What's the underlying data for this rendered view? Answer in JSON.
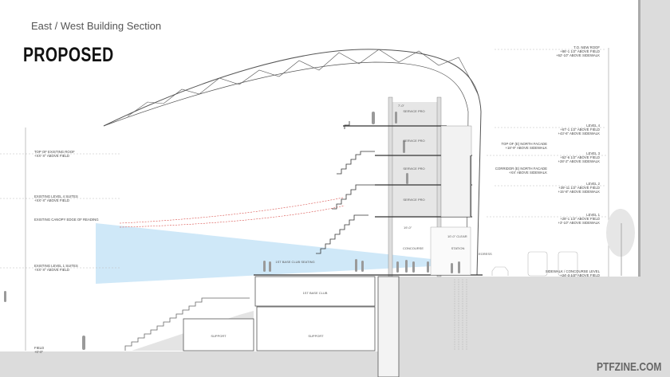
{
  "header": {
    "title": "East / West Building Section",
    "status": "PROPOSED"
  },
  "watermark": "PTFZINE.COM",
  "left_levels": [
    {
      "name": "TOP OF EXISTING ROOF",
      "elev": "+XX'-X\" ABOVE FIELD"
    },
    {
      "name": "EXISTING LEVEL 4 SUITES",
      "elev": "+XX'-X\" ABOVE FIELD"
    },
    {
      "name": "EXISTING CANOPY EDGE OF READING",
      "elev": ""
    },
    {
      "name": "EXISTING LEVEL 1 SUITES",
      "elev": "+XX'-X\" ABOVE FIELD"
    },
    {
      "name": "FIELD",
      "elev": "+0'-0\""
    }
  ],
  "right_levels": [
    {
      "name": "T.O. NEW ROOF",
      "elev1": "+86'-1 1/2\" ABOVE FIELD",
      "elev2": "+62'-10\" ABOVE SIDEWALK"
    },
    {
      "name": "LEVEL 4",
      "elev1": "+67'-1 1/2\" ABOVE FIELD",
      "elev2": "+43'-6\" ABOVE SIDEWALK"
    },
    {
      "name": "LEVEL 3",
      "elev1": "+52'-6 1/2\" ABOVE FIELD",
      "elev2": "+28'-2\" ABOVE SIDEWALK"
    },
    {
      "name": "LEVEL 2",
      "elev1": "+39'-11 1/2\" ABOVE FIELD",
      "elev2": "+15'-8\" ABOVE SIDEWALK"
    },
    {
      "name": "LEVEL 1",
      "elev1": "+28'-1 1/2\" ABOVE FIELD",
      "elev2": "+3'-10\" ABOVE SIDEWALK"
    },
    {
      "name": "SIDEWALK / CONCOURSE LEVEL",
      "elev1": "+24'-3 1/2\" ABOVE FIELD",
      "elev2": ""
    }
  ],
  "facade_notes": [
    {
      "name": "TOP OF (E) NORTH FACADE",
      "elev": "+18'-9\" ABOVE SIDEWALK"
    },
    {
      "name": "CORRIDOR (E) NORTH FACADE",
      "elev": "+XX' ABOVE SIDEWALK"
    }
  ],
  "rooms": {
    "service": "SERVICE PRO",
    "concourse": "CONCOURSE",
    "station": "STATION",
    "club_seating": "1ST BASE CLUB SEATING",
    "club": "1ST BASE CLUB",
    "support": "SUPPORT"
  },
  "dimensions": {
    "floor": "7'-0\"",
    "concourse_width": "19'-0\"",
    "clear": "10'-0\" CLEAR",
    "egress": "EGRESS"
  },
  "colors": {
    "sightline": "#cfe8f8",
    "ground": "#dcdcdc",
    "line": "#555555",
    "accent": "#d9534f"
  }
}
